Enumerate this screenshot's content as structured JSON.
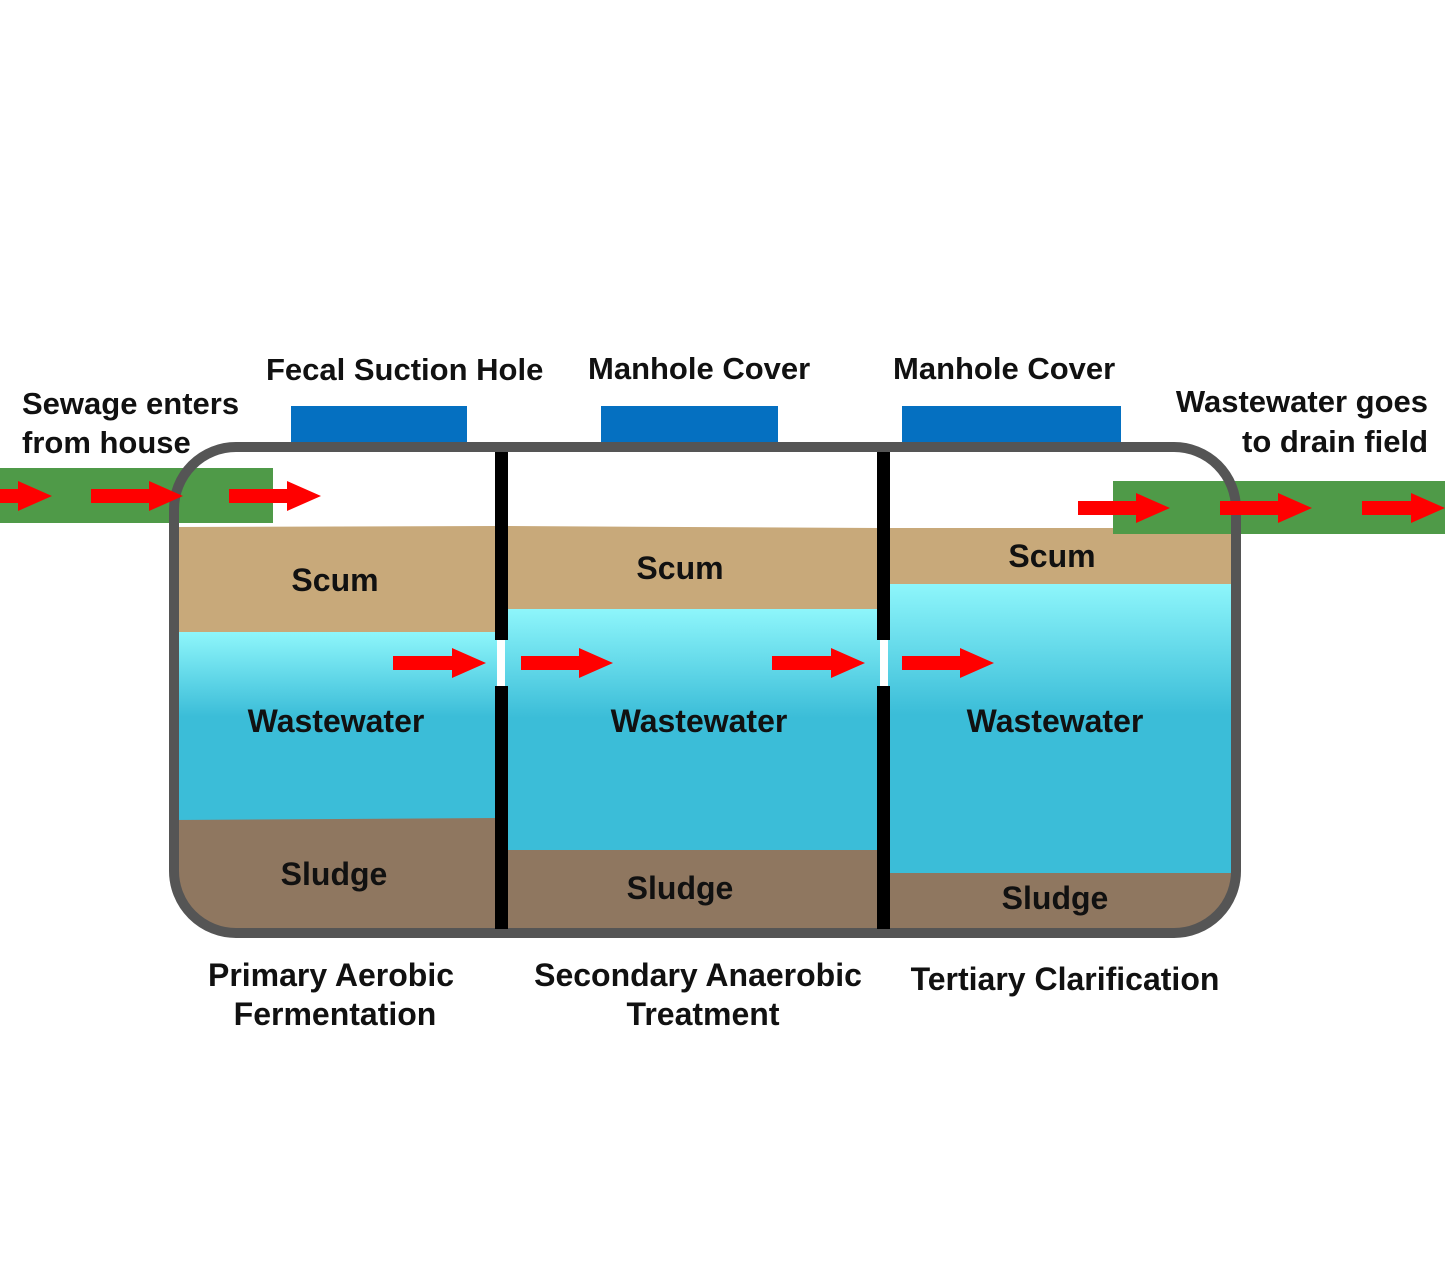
{
  "labels": {
    "inlet": [
      "Sewage enters",
      "from house"
    ],
    "outlet": [
      "Wastewater goes",
      "to drain field"
    ],
    "covers": [
      "Fecal Suction Hole",
      "Manhole Cover",
      "Manhole Cover"
    ]
  },
  "chambers": [
    {
      "stage": [
        "Primary Aerobic",
        "Fermentation"
      ],
      "scum": "Scum",
      "wastewater": "Wastewater",
      "sludge": "Sludge"
    },
    {
      "stage": [
        "Secondary Anaerobic",
        "Treatment"
      ],
      "scum": "Scum",
      "wastewater": "Wastewater",
      "sludge": "Sludge"
    },
    {
      "stage": [
        "Tertiary Clarification"
      ],
      "scum": "Scum",
      "wastewater": "Wastewater",
      "sludge": "Sludge"
    }
  ],
  "colors": {
    "pipe": "#4f9a48",
    "cover": "#0570c1",
    "scum": "#c8a97a",
    "sludge": "#8f7760",
    "water_top": "#8ef6fb",
    "water_bottom": "#3bbdd8",
    "tank_outline": "#555555",
    "baffle": "#000000",
    "arrow": "#ff0000"
  }
}
